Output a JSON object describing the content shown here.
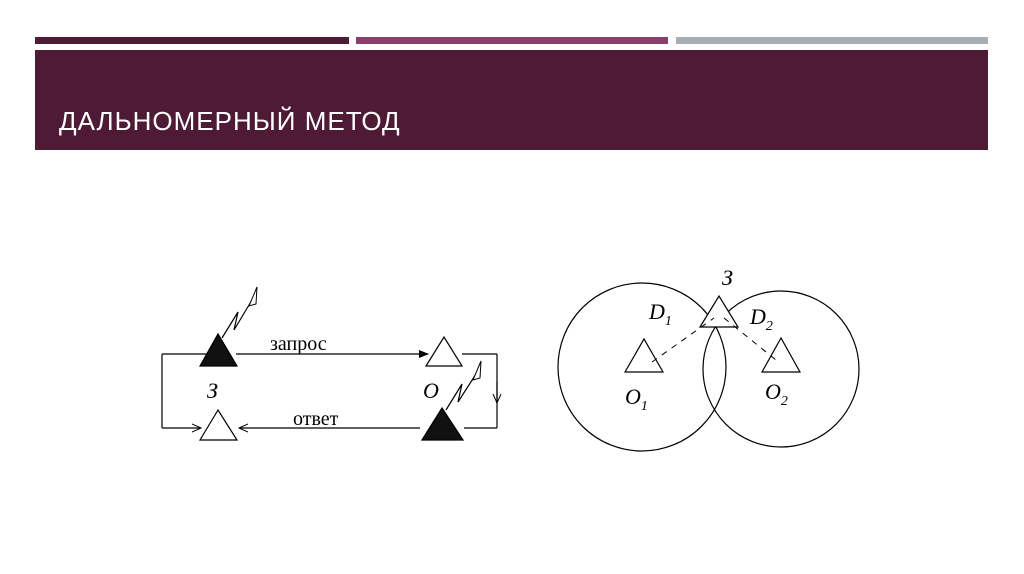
{
  "slide": {
    "title": "ДАЛЬНОМЕРНЫЙ МЕТОД",
    "colors": {
      "header_bg": "#4e1a35",
      "bar_dark": "#4e1a35",
      "bar_mid": "#8c3f6d",
      "bar_light": "#a8aeb3",
      "title_text": "#ffffff"
    }
  },
  "left_diagram": {
    "request_label": "запрос",
    "response_label": "ответ",
    "station_3": "З",
    "station_O": "О"
  },
  "right_diagram": {
    "station_3": "З",
    "d1_base": "D",
    "d1_sub": "1",
    "d2_base": "D",
    "d2_sub": "2",
    "o1_base": "O",
    "o1_sub": "1",
    "o2_base": "O",
    "o2_sub": "2"
  }
}
